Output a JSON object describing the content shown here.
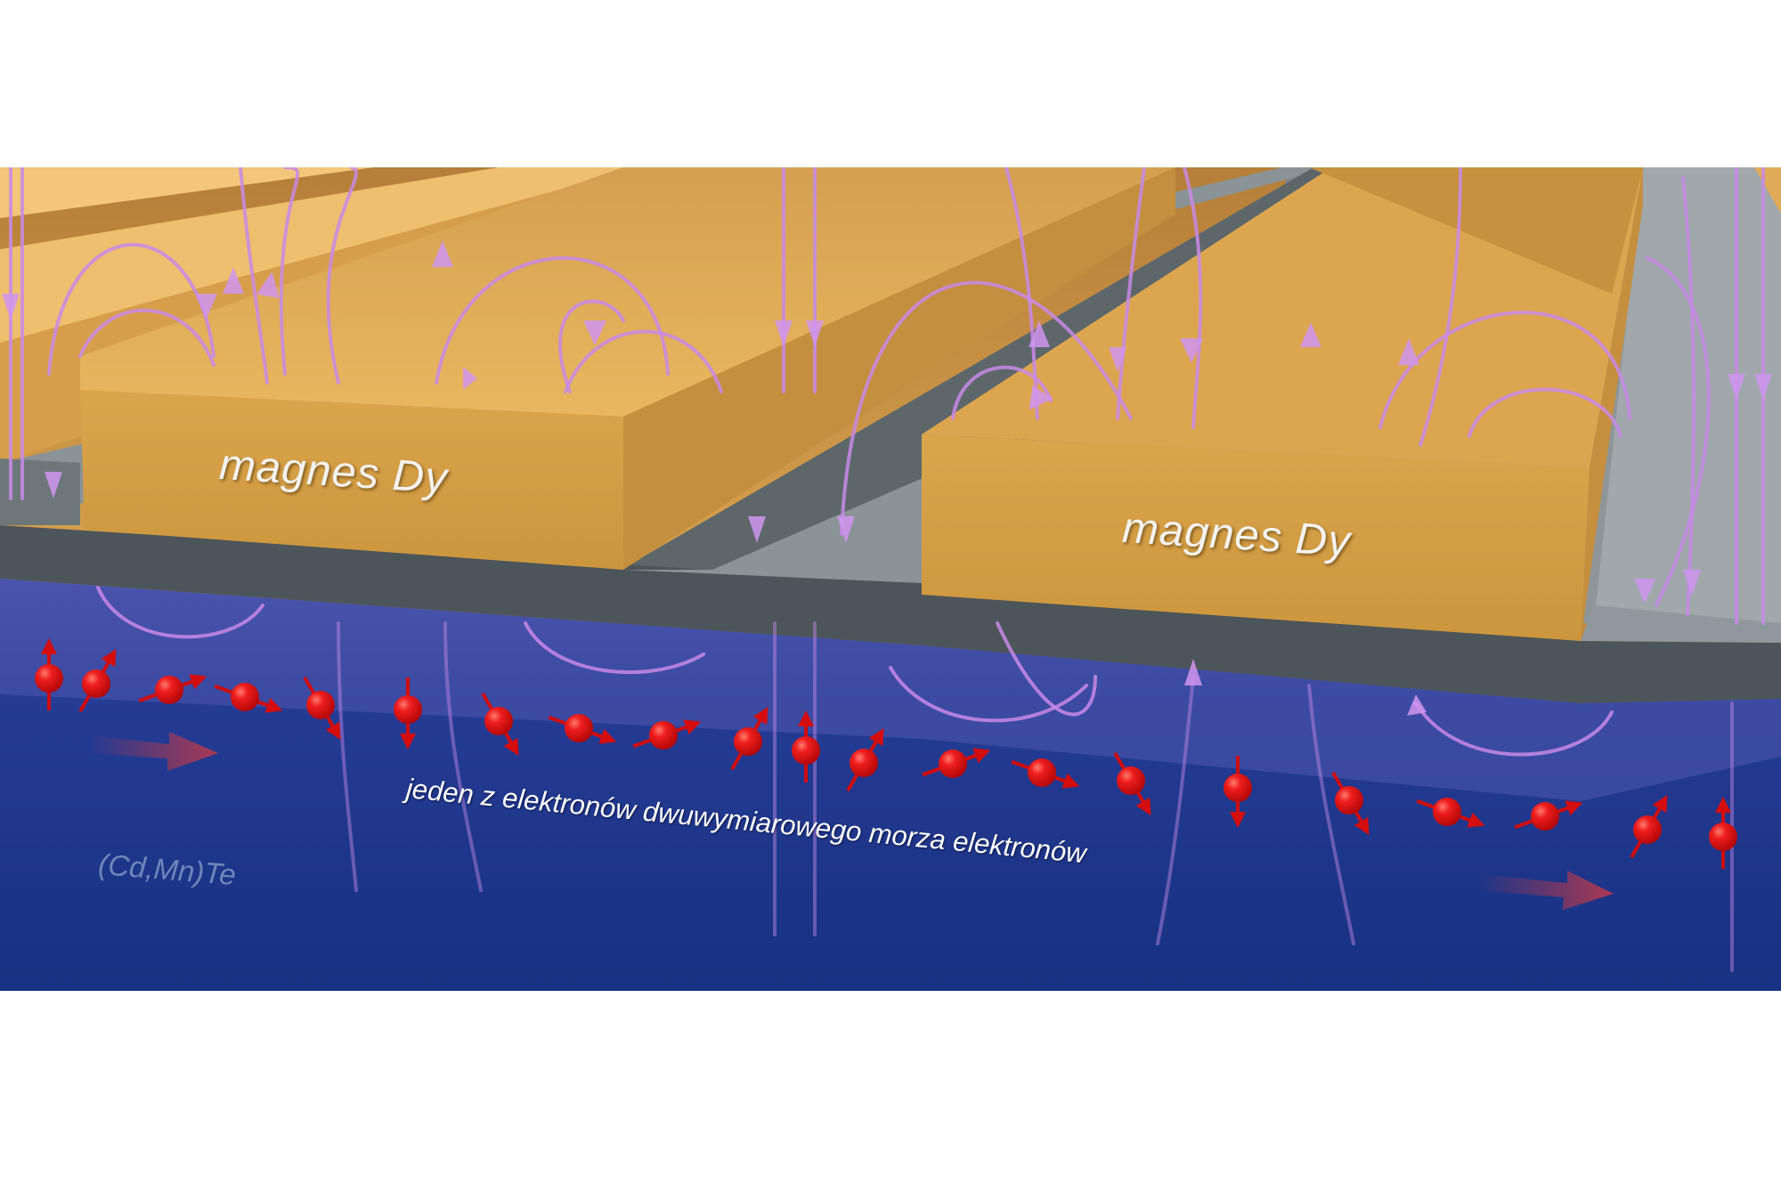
{
  "labels": {
    "magnet_left": "magnes Dy",
    "magnet_right": "magnes Dy",
    "electron": "jeden z elektronów dwuwymiarowego morza elektronów",
    "material": "(Cd,Mn)Te"
  },
  "colors": {
    "magnet_top": "#e9b45c",
    "magnet_front": "#d9a24a",
    "gap_gray": "#8e979b",
    "substrate_edge": "#4c5559",
    "semiconductor": "#1d3485",
    "field_line": "#c88ae6",
    "electron": "#e21414",
    "spin_arrow": "#cf0d0d",
    "motion_arrow": "#b0394f"
  },
  "icons": [
    "field-line-arrow-icon",
    "spin-arrow-icon",
    "motion-arrow-icon"
  ]
}
